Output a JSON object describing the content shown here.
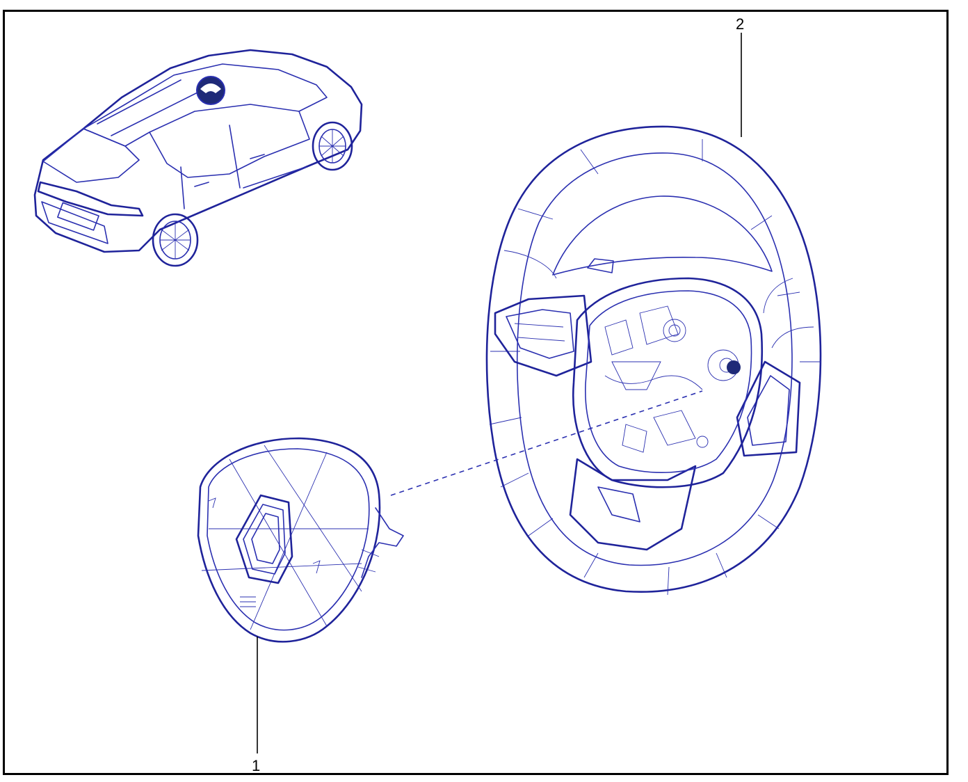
{
  "diagram": {
    "callouts": [
      {
        "id": "1",
        "label": "1"
      },
      {
        "id": "2",
        "label": "2"
      }
    ],
    "colors": {
      "line_art": "#2a2fb0",
      "leader": "#000000",
      "frame": "#000000",
      "background": "#ffffff"
    }
  }
}
